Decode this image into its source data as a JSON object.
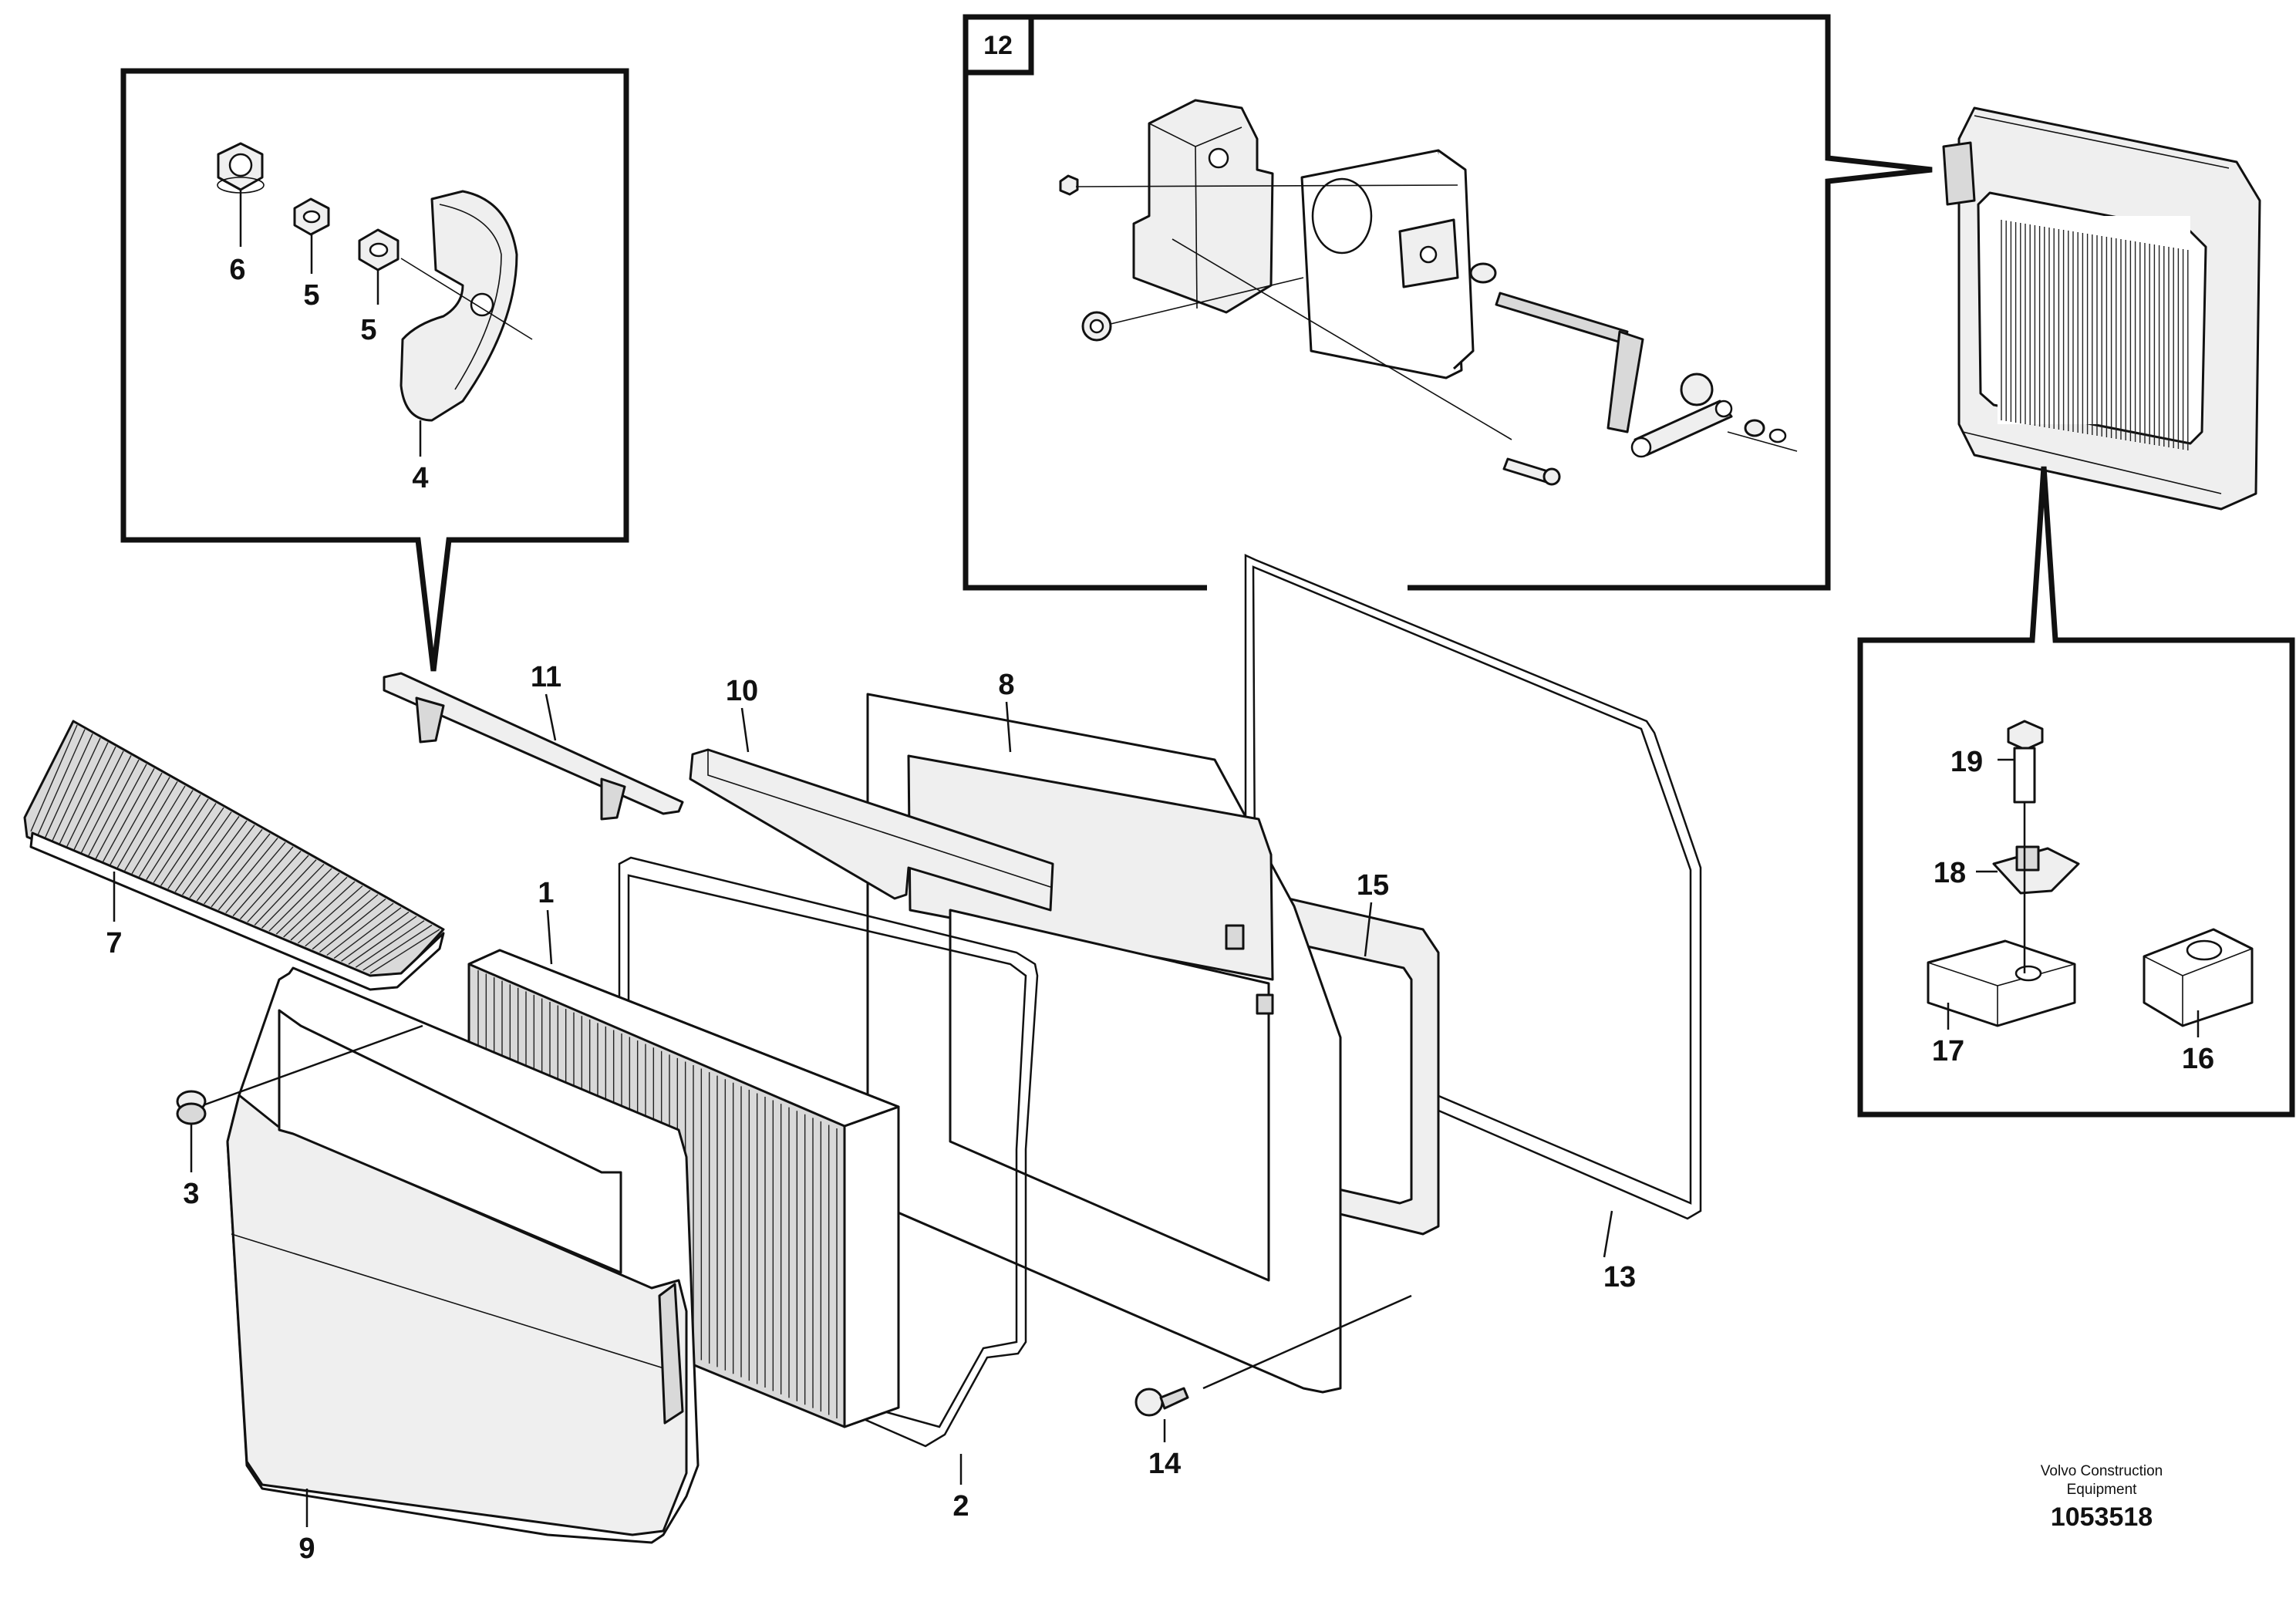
{
  "diagram": {
    "callouts": [
      {
        "id": "c1",
        "text": "1"
      },
      {
        "id": "c2",
        "text": "2"
      },
      {
        "id": "c3",
        "text": "3"
      },
      {
        "id": "c4",
        "text": "4"
      },
      {
        "id": "c5a",
        "text": "5"
      },
      {
        "id": "c5b",
        "text": "5"
      },
      {
        "id": "c6",
        "text": "6"
      },
      {
        "id": "c7",
        "text": "7"
      },
      {
        "id": "c8",
        "text": "8"
      },
      {
        "id": "c9",
        "text": "9"
      },
      {
        "id": "c10",
        "text": "10"
      },
      {
        "id": "c11",
        "text": "11"
      },
      {
        "id": "c12",
        "text": "12"
      },
      {
        "id": "c13",
        "text": "13"
      },
      {
        "id": "c14",
        "text": "14"
      },
      {
        "id": "c15",
        "text": "15"
      },
      {
        "id": "c16",
        "text": "16"
      },
      {
        "id": "c17",
        "text": "17"
      },
      {
        "id": "c18",
        "text": "18"
      },
      {
        "id": "c19",
        "text": "19"
      }
    ],
    "footer": {
      "brand_line1": "Volvo Construction",
      "brand_line2": "Equipment",
      "doc_number": "1053518"
    }
  }
}
